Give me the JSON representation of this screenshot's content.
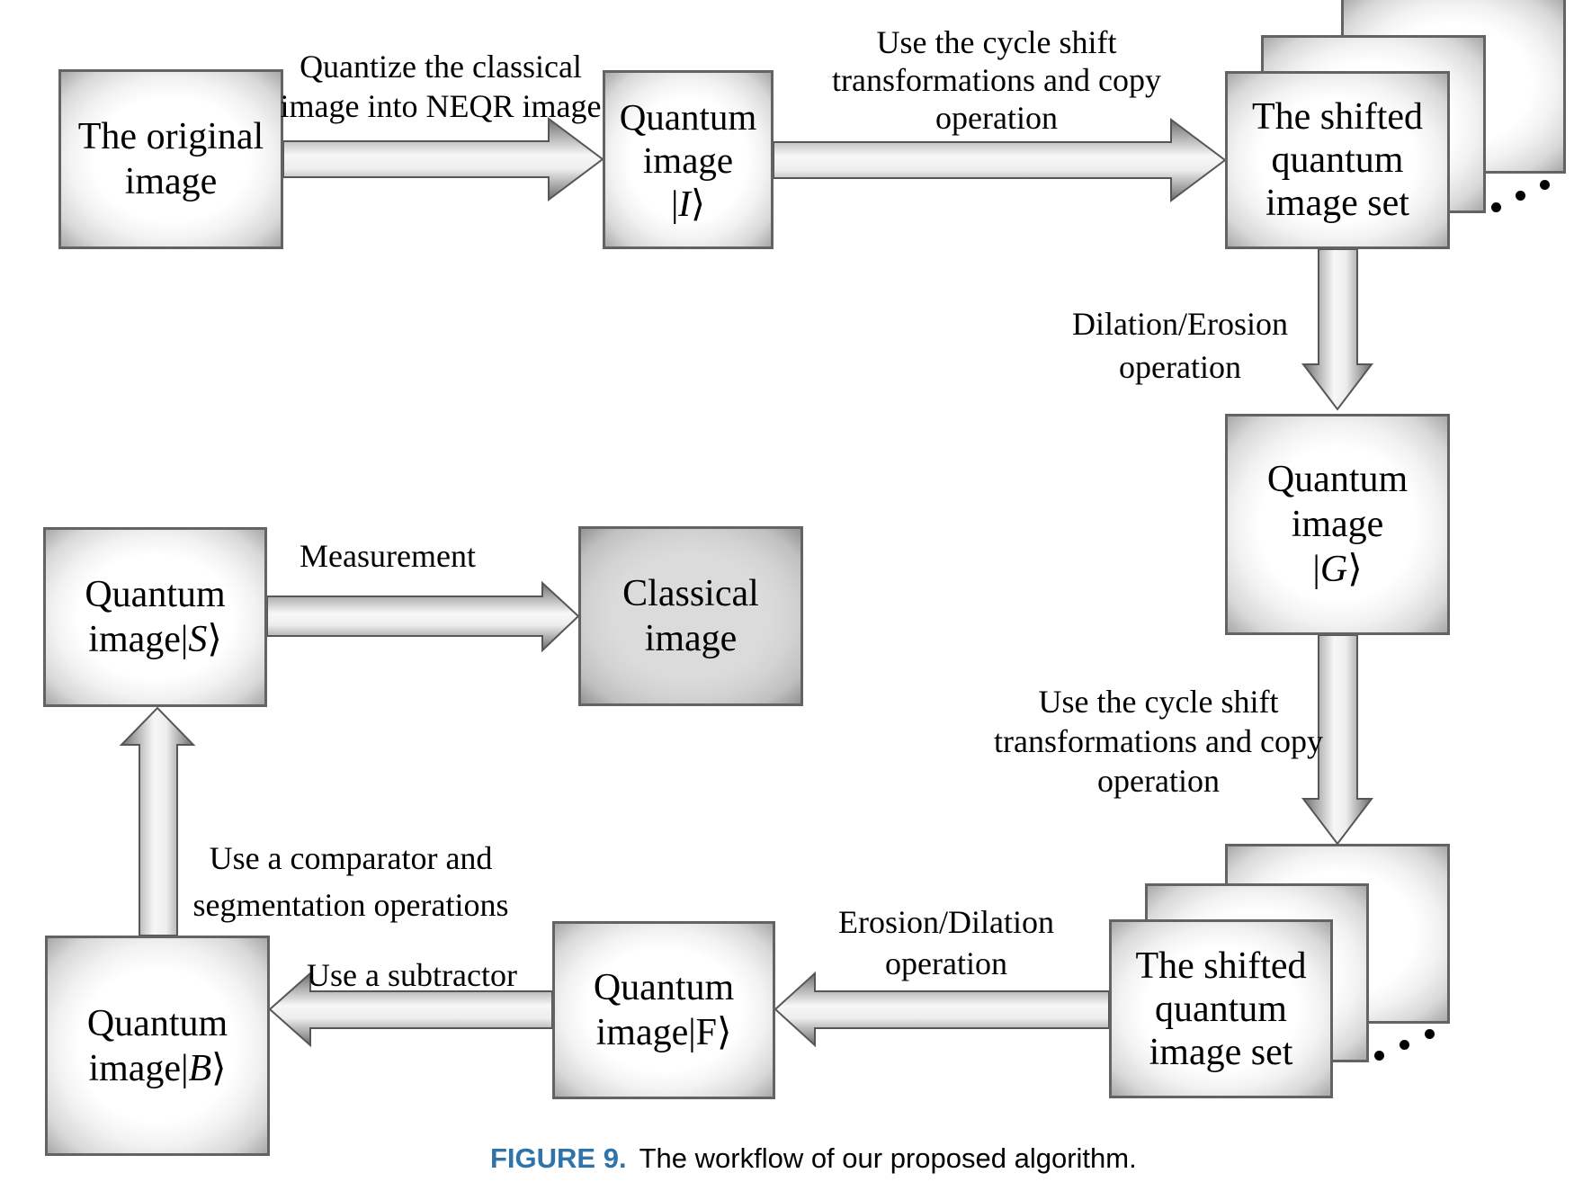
{
  "colors": {
    "accent_blue": "#2e73a9",
    "box_border": "#636363",
    "classical_box_fill": "#d9d9d9",
    "arrow_dark": "#6a6a6a",
    "arrow_light": "#f7f7f7"
  },
  "caption": {
    "label": "FIGURE 9.",
    "text": "The workflow of our proposed algorithm."
  },
  "nodes": {
    "original": {
      "line1": "The original",
      "line2": "image"
    },
    "quantum_i": {
      "line1": "Quantum",
      "line2": "image",
      "ket_prefix": "|",
      "ket_letter": "I",
      "ket_suffix": "⟩"
    },
    "shifted_set_top": {
      "line1": "The shifted",
      "line2": "quantum",
      "line3": "image set"
    },
    "quantum_g": {
      "line1": "Quantum",
      "line2": "image",
      "ket_prefix": "|",
      "ket_letter": "G",
      "ket_suffix": "⟩"
    },
    "shifted_set_bottom": {
      "line1": "The shifted",
      "line2": "quantum",
      "line3": "image set"
    },
    "quantum_f": {
      "line1": "Quantum",
      "line2": "image|F⟩"
    },
    "quantum_b": {
      "line1": "Quantum",
      "ket_prefix": "image|",
      "ket_letter": "B",
      "ket_suffix": "⟩"
    },
    "quantum_s": {
      "line1": "Quantum",
      "ket_prefix": "image|",
      "ket_letter": "S",
      "ket_suffix": "⟩"
    },
    "classical": {
      "line1": "Classical",
      "line2": "image"
    }
  },
  "edge_labels": {
    "quantize": {
      "line1": "Quantize the classical",
      "line2": "image into NEQR image"
    },
    "cycle_shift_top": {
      "line1": "Use the cycle shift",
      "line2": "transformations and copy",
      "line3": "operation"
    },
    "dilation_erosion": {
      "line1": "Dilation/Erosion",
      "line2": "operation"
    },
    "cycle_shift_right": {
      "line1": "Use the cycle shift",
      "line2": "transformations and copy",
      "line3": "operation"
    },
    "erosion_dilation": {
      "line1": "Erosion/Dilation",
      "line2": "operation"
    },
    "subtractor": {
      "line1": "Use a subtractor"
    },
    "comparator": {
      "line1": "Use a comparator and",
      "line2": "segmentation operations"
    },
    "measurement": {
      "line1": "Measurement"
    }
  }
}
